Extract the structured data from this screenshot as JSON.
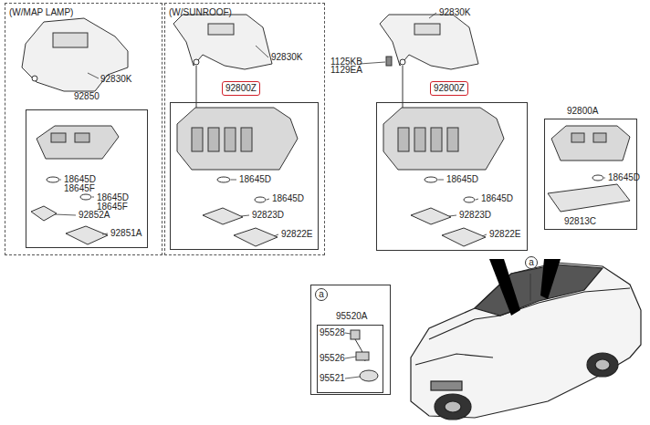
{
  "diagram": {
    "nodes": [
      {
        "text": [
          "(W/MAP LAMP)"
        ]
      },
      {
        "text": [
          "92850"
        ],
        "in": 0
      },
      {
        "text": [
          "(W/SUNROOF)"
        ]
      },
      {
        "text": [
          "92800Z"
        ],
        "in": 2
      },
      {
        "text": [
          "92800Z"
        ]
      },
      {
        "text": [
          "92800A"
        ]
      },
      {
        "text": [
          "a"
        ]
      },
      {
        "text": [
          "95520A"
        ],
        "in": 6
      }
    ],
    "labels": [
      "92830K",
      "18645D",
      "18645F",
      "18645D",
      "18645F",
      "92852A",
      "92851A",
      "92830K",
      "18645D",
      "18645D",
      "92823D",
      "92822E",
      "92830K",
      "1125KB",
      "1129EA",
      "18645D",
      "18645D",
      "92823D",
      "92822E",
      "18645D",
      "92813C",
      "95528",
      "95526",
      "95521",
      "a"
    ]
  }
}
